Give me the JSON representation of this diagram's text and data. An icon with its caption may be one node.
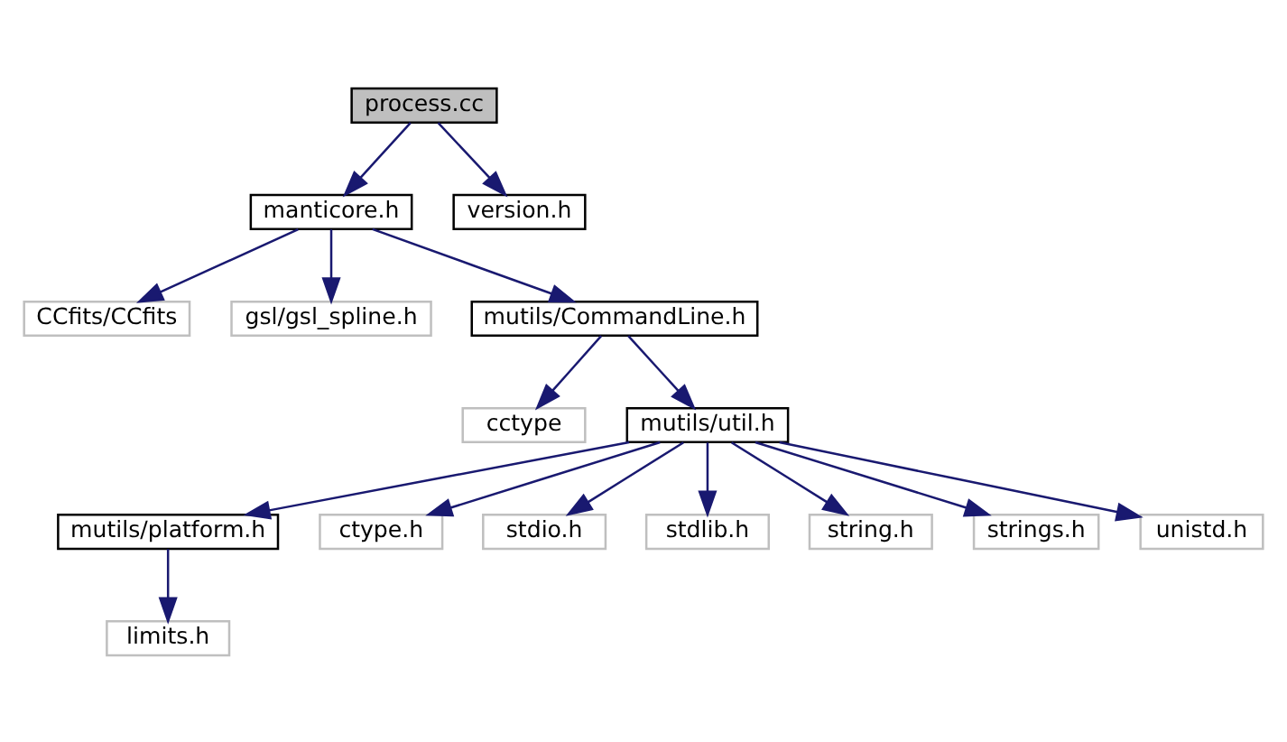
{
  "diagram": {
    "nodes": [
      {
        "text": [
          "process.cc"
        ]
      },
      {
        "text": [
          "manticore.h"
        ]
      },
      {
        "text": [
          "version.h"
        ]
      },
      {
        "text": [
          "CCfits/CCfits"
        ]
      },
      {
        "text": [
          "gsl/gsl_spline.h"
        ]
      },
      {
        "text": [
          "mutils/CommandLine.h"
        ]
      },
      {
        "text": [
          "cctype"
        ]
      },
      {
        "text": [
          "mutils/util.h"
        ]
      },
      {
        "text": [
          "mutils/platform.h"
        ]
      },
      {
        "text": [
          "ctype.h"
        ]
      },
      {
        "text": [
          "stdio.h"
        ]
      },
      {
        "text": [
          "stdlib.h"
        ]
      },
      {
        "text": [
          "string.h"
        ]
      },
      {
        "text": [
          "strings.h"
        ]
      },
      {
        "text": [
          "unistd.h"
        ]
      },
      {
        "text": [
          "limits.h"
        ]
      }
    ],
    "edges": [
      {
        "from": 0,
        "to": 1,
        "arrow": "to"
      },
      {
        "from": 0,
        "to": 2,
        "arrow": "to"
      },
      {
        "from": 1,
        "to": 3,
        "arrow": "to"
      },
      {
        "from": 1,
        "to": 4,
        "arrow": "to"
      },
      {
        "from": 1,
        "to": 5,
        "arrow": "to"
      },
      {
        "from": 5,
        "to": 6,
        "arrow": "to"
      },
      {
        "from": 5,
        "to": 7,
        "arrow": "to"
      },
      {
        "from": 7,
        "to": 8,
        "arrow": "to"
      },
      {
        "from": 7,
        "to": 9,
        "arrow": "to"
      },
      {
        "from": 7,
        "to": 10,
        "arrow": "to"
      },
      {
        "from": 7,
        "to": 11,
        "arrow": "to"
      },
      {
        "from": 7,
        "to": 12,
        "arrow": "to"
      },
      {
        "from": 7,
        "to": 13,
        "arrow": "to"
      },
      {
        "from": 7,
        "to": 14,
        "arrow": "to"
      },
      {
        "from": 8,
        "to": 15,
        "arrow": "to"
      }
    ]
  }
}
